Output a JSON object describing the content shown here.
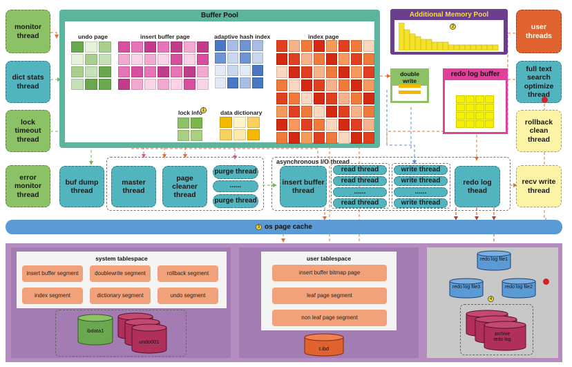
{
  "colors": {
    "buffer_pool_border": "#5ab59c",
    "thread_green": "#8cc265",
    "thread_teal": "#52b4bf",
    "thread_orange": "#e0622e",
    "thread_yellow": "#fbf4a6",
    "additional_memory": "#6b3e8e",
    "redo_log_buffer": "#e0409a",
    "double_write": "#8cc265",
    "os_page_cache": "#5a9bd5",
    "disk_background": "#b48cc0",
    "segment": "#f2a27a",
    "undo_page": "#6aa84f",
    "insert_buffer_page": "#d94fa0",
    "adaptive_hash_index": "#4a78c5",
    "index_page": "#e04020",
    "data_dictionary": "#f5b800"
  },
  "buffer_pool": {
    "title": "Buffer Pool",
    "undo_page": "undo page",
    "insert_buffer_page": "insert buffer page",
    "adaptive_hash_index": "adaptive hash index",
    "index_page": "index page",
    "lock_info": "lock info",
    "data_dictionary": "data dictionary"
  },
  "additional_memory_pool": {
    "title": "Additional Memory Pool",
    "marker": "2"
  },
  "double_write": {
    "title": "double write"
  },
  "redo_log_buffer": {
    "title": "redo log buffer"
  },
  "left_threads": {
    "monitor": "monitor thread",
    "dict_stats": "dict stats thread",
    "lock_timeout": "lock timeout thread",
    "error_monitor": "error monitor thread"
  },
  "right_threads": {
    "user": "user threads",
    "full_text": "full text search optimize thread",
    "rollback": "rollback clean thread",
    "recv_write": "recv write thread"
  },
  "middle_threads": {
    "buf_dump": "buf dump thread",
    "master": "master thread",
    "page_cleaner": "page cleaner thread",
    "purge1": "purge thread",
    "purge_dots": "......",
    "purge2": "purge thread"
  },
  "async_io": {
    "title": "asynchronous I/O thread",
    "insert_buffer": "insert buffer thread",
    "read": [
      "read thread",
      "read thread",
      "......",
      "read thread"
    ],
    "write": [
      "write thread",
      "write thread",
      "......",
      "write thread"
    ],
    "redo_log": "redo log thead"
  },
  "os_page_cache": {
    "title": "os page cache",
    "marker": "3"
  },
  "system_tablespace": {
    "title": "system tablespace",
    "segments": [
      "insert buffer segment",
      "doublewrite segment",
      "rollback segment",
      "index segment",
      "dictionary segment",
      "undo segment"
    ],
    "files": [
      "ibdata1",
      "undo001"
    ]
  },
  "user_tablespace": {
    "title": "user tablespace",
    "segments": [
      "insert buffer bitmap page",
      "leaf page segment",
      "non leaf page segment"
    ],
    "file": "t.ibd"
  },
  "redo_logs": {
    "file1": "redo log file1",
    "file2": "redo log file2",
    "file3": "redo log file3",
    "archive": "archive redo log",
    "marker": "4"
  },
  "lock_info_marker": "1"
}
